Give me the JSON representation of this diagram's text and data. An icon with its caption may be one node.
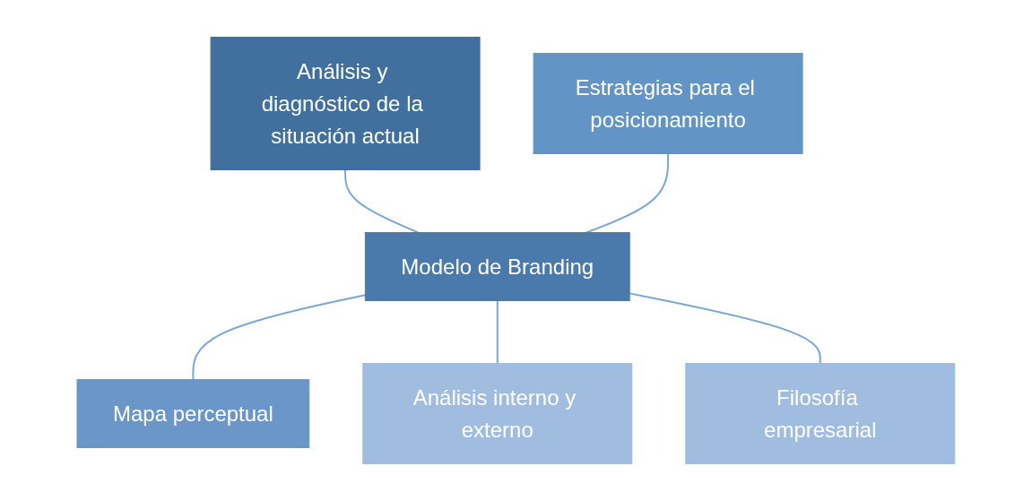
{
  "diagram": {
    "nodes": [
      {
        "text": [
          "Análisis y diagnóstico de la situación actual"
        ]
      },
      {
        "text": [
          "Estrategias para el posicionamiento"
        ]
      },
      {
        "text": [
          "Modelo de Branding"
        ]
      },
      {
        "text": [
          "Mapa perceptual"
        ]
      },
      {
        "text": [
          "Análisis interno y externo"
        ]
      },
      {
        "text": [
          "Filosofía empresarial"
        ]
      }
    ],
    "edges": [
      {
        "from": 0,
        "to": 2,
        "arrow": "none"
      },
      {
        "from": 1,
        "to": 2,
        "arrow": "none"
      },
      {
        "from": 2,
        "to": 3,
        "arrow": "none"
      },
      {
        "from": 2,
        "to": 4,
        "arrow": "none"
      },
      {
        "from": 2,
        "to": 5,
        "arrow": "none"
      }
    ]
  }
}
